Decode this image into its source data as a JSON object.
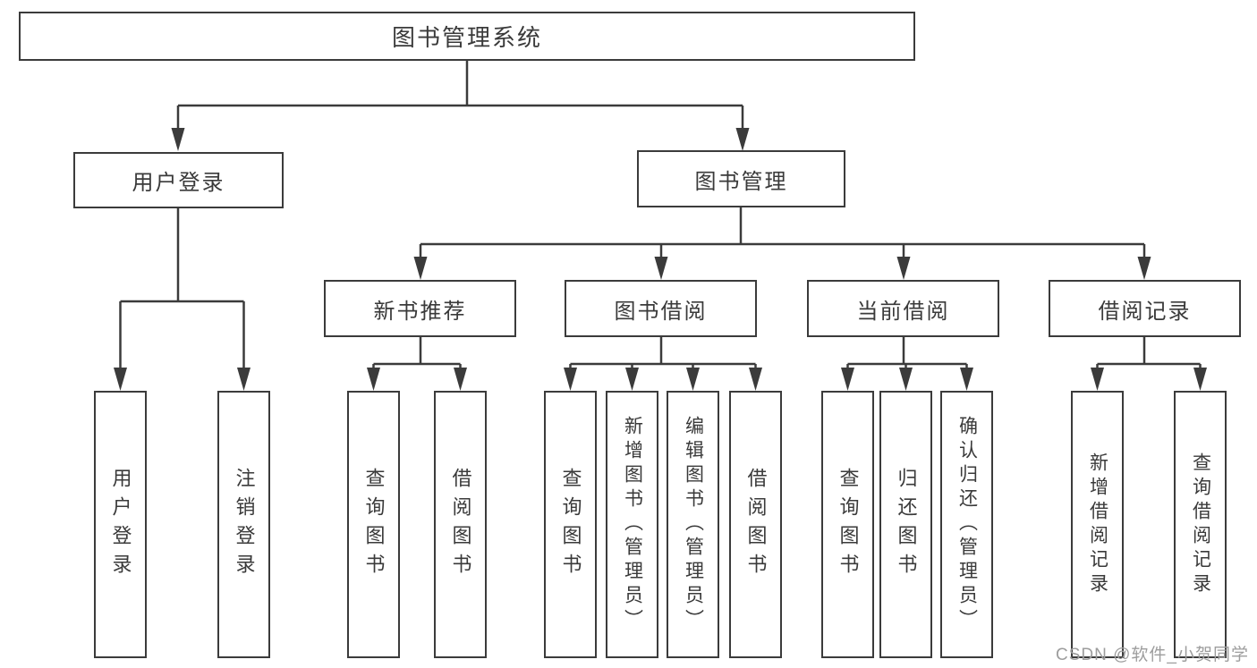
{
  "tree": {
    "label": "图书管理系统",
    "children": [
      {
        "label": "用户登录",
        "children": [
          {
            "label": "用户登录"
          },
          {
            "label": "注销登录"
          }
        ]
      },
      {
        "label": "图书管理",
        "children": [
          {
            "label": "新书推荐",
            "children": [
              {
                "label": "查询图书"
              },
              {
                "label": "借阅图书"
              }
            ]
          },
          {
            "label": "图书借阅",
            "children": [
              {
                "label": "查询图书"
              },
              {
                "label": "新增图书（管理员）"
              },
              {
                "label": "编辑图书（管理员）"
              },
              {
                "label": "借阅图书"
              }
            ]
          },
          {
            "label": "当前借阅",
            "children": [
              {
                "label": "查询图书"
              },
              {
                "label": "归还图书"
              },
              {
                "label": "确认归还（管理员）"
              }
            ]
          },
          {
            "label": "借阅记录",
            "children": [
              {
                "label": "新增借阅记录"
              },
              {
                "label": "查询借阅记录"
              }
            ]
          }
        ]
      }
    ]
  },
  "watermark": {
    "text": "CSDN @软件_小贺同学"
  },
  "colors": {
    "line": "#3b3b3b",
    "box_border": "#3b3b3b",
    "text": "#3a3a3a",
    "watermark": "#9d9d9d",
    "background": "#ffffff"
  }
}
